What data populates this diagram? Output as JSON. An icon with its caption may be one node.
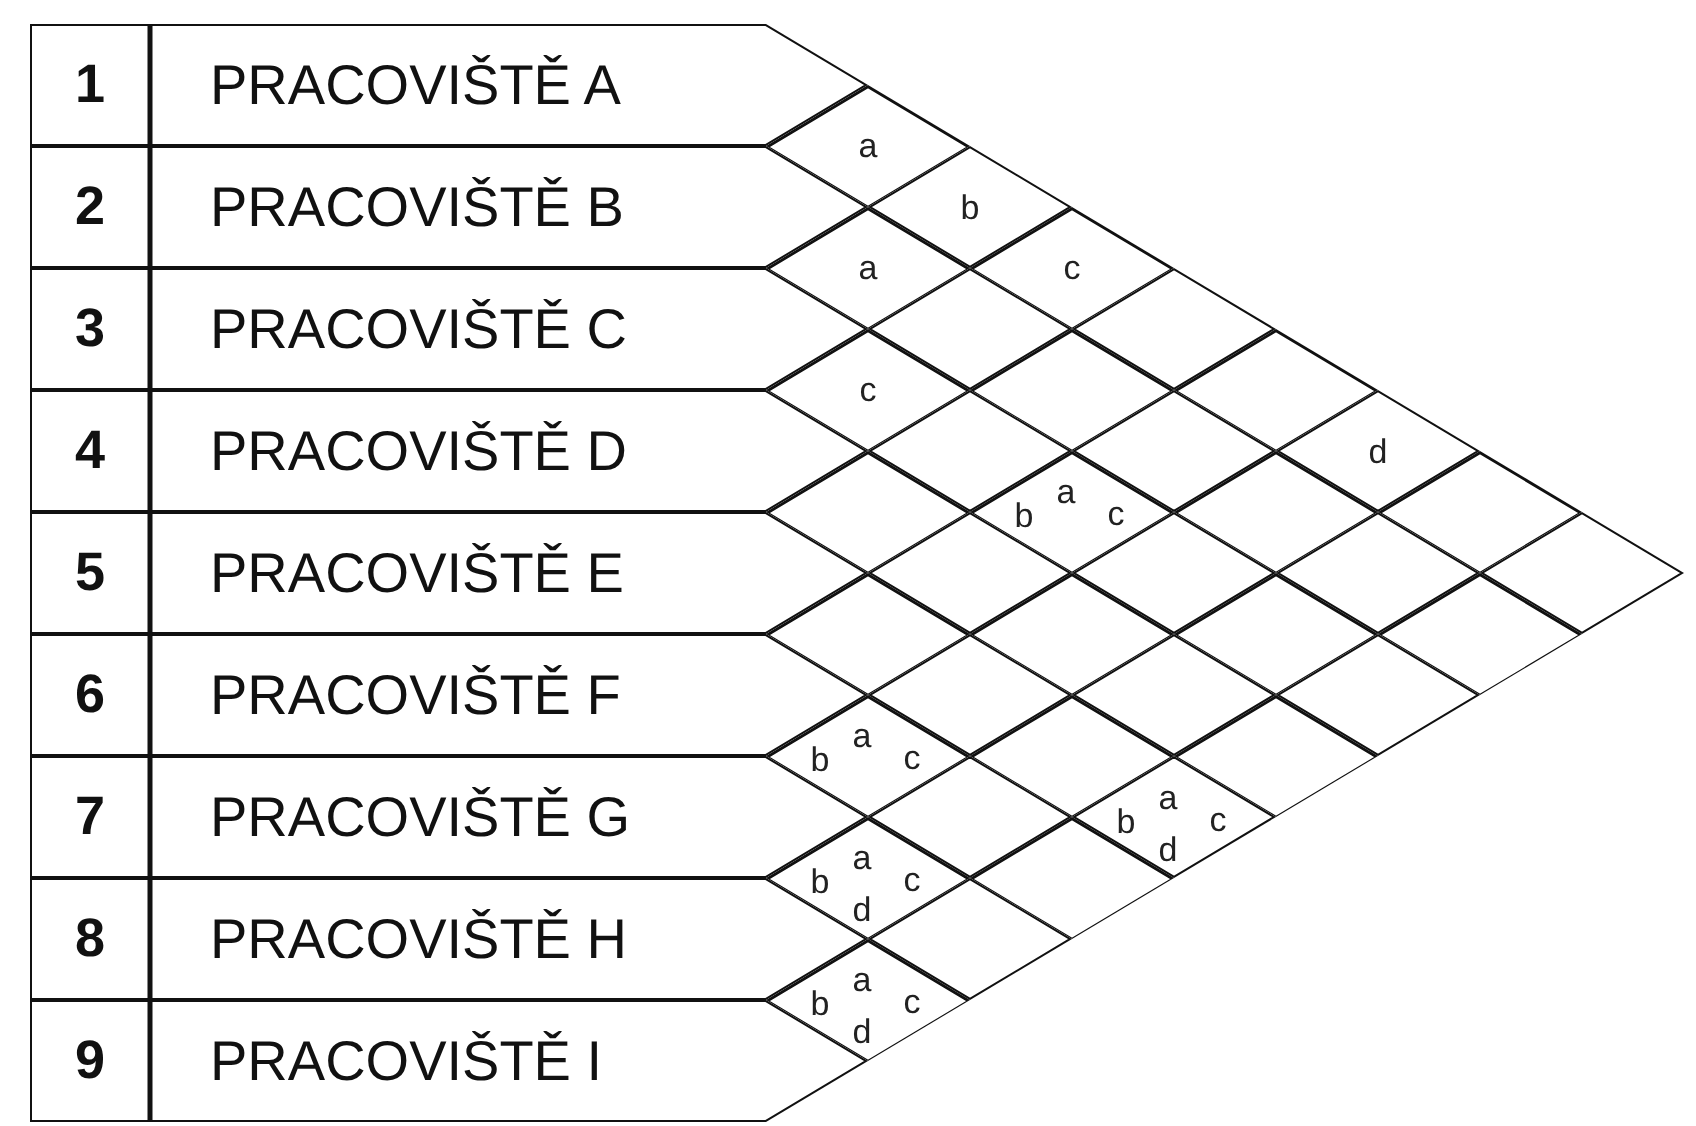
{
  "diagram": {
    "nodes": [
      {
        "text": [
          "1",
          "PRACOVIŠTĚ A"
        ]
      },
      {
        "text": [
          "2",
          "PRACOVIŠTĚ B"
        ]
      },
      {
        "text": [
          "3",
          "PRACOVIŠTĚ C"
        ]
      },
      {
        "text": [
          "4",
          "PRACOVIŠTĚ D"
        ]
      },
      {
        "text": [
          "5",
          "PRACOVIŠTĚ E"
        ]
      },
      {
        "text": [
          "6",
          "PRACOVIŠTĚ F"
        ]
      },
      {
        "text": [
          "7",
          "PRACOVIŠTĚ G"
        ]
      },
      {
        "text": [
          "8",
          "PRACOVIŠTĚ H"
        ]
      },
      {
        "text": [
          "9",
          "PRACOVIŠTĚ I"
        ]
      },
      {
        "text": [
          "a"
        ]
      },
      {
        "text": [
          "b"
        ]
      },
      {
        "text": [
          "a"
        ]
      },
      {
        "text": [
          "c"
        ]
      },
      {
        "text": [],
        "shape": "diamond"
      },
      {
        "text": [],
        "shape": "diamond"
      },
      {
        "text": [
          "c"
        ]
      },
      {
        "text": [],
        "shape": "diamond"
      },
      {
        "text": [],
        "shape": "diamond"
      },
      {
        "text": [],
        "shape": "diamond"
      },
      {
        "text": [],
        "shape": "diamond"
      },
      {
        "text": [
          "d"
        ]
      },
      {
        "text": [],
        "shape": "diamond"
      },
      {
        "text": [
          "a",
          "b",
          "c"
        ]
      },
      {
        "text": [],
        "shape": "diamond"
      },
      {
        "text": [],
        "shape": "diamond"
      },
      {
        "text": [],
        "shape": "diamond"
      },
      {
        "text": [],
        "shape": "diamond"
      },
      {
        "text": [],
        "shape": "diamond"
      },
      {
        "text": [],
        "shape": "diamond"
      },
      {
        "text": [],
        "shape": "diamond"
      },
      {
        "text": [],
        "shape": "diamond"
      },
      {
        "text": [],
        "shape": "diamond"
      },
      {
        "text": [],
        "shape": "diamond"
      },
      {
        "text": [],
        "shape": "diamond"
      },
      {
        "text": [],
        "shape": "diamond"
      },
      {
        "text": [],
        "shape": "diamond"
      },
      {
        "text": [
          "a",
          "b",
          "c"
        ]
      },
      {
        "text": [],
        "shape": "diamond"
      },
      {
        "text": [],
        "shape": "diamond"
      },
      {
        "text": [],
        "shape": "diamond"
      },
      {
        "text": [
          "a",
          "b",
          "c",
          "d"
        ]
      },
      {
        "text": [
          "a",
          "b",
          "c",
          "d"
        ]
      },
      {
        "text": [],
        "shape": "diamond"
      },
      {
        "text": [],
        "shape": "diamond"
      },
      {
        "text": [
          "a",
          "b",
          "c",
          "d"
        ]
      }
    ]
  }
}
